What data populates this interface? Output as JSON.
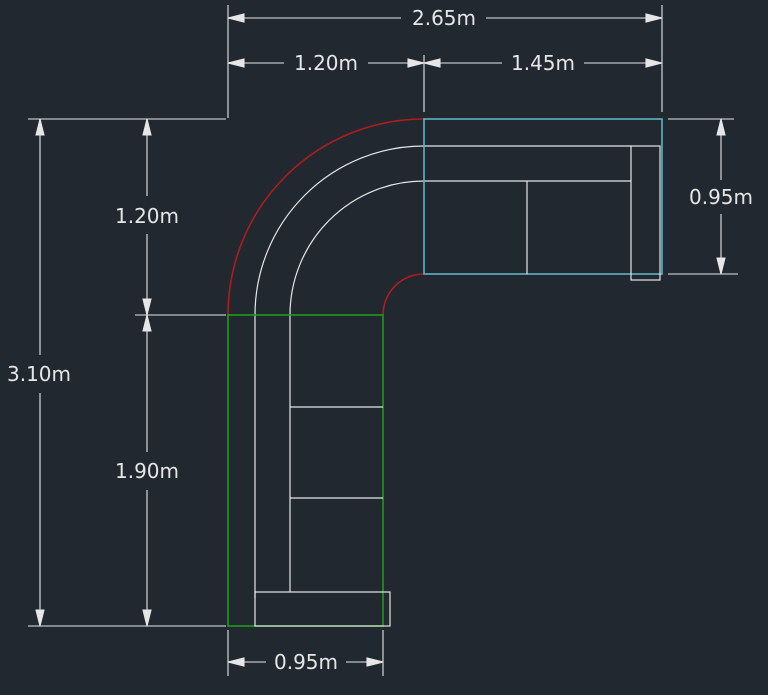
{
  "drawing": {
    "dimensions": {
      "overall_width": "2.65m",
      "curve_width": "1.20m",
      "straight_width": "1.45m",
      "overall_height": "3.10m",
      "curve_height": "1.20m",
      "lower_height": "1.90m",
      "right_depth": "0.95m",
      "bottom_depth": "0.95m"
    },
    "colors": {
      "background": "#212830",
      "line": "#e6e6e6",
      "curve_outline": "#b01c1c",
      "left_section": "#1f9a1f",
      "right_section": "#5fb3c2"
    }
  }
}
